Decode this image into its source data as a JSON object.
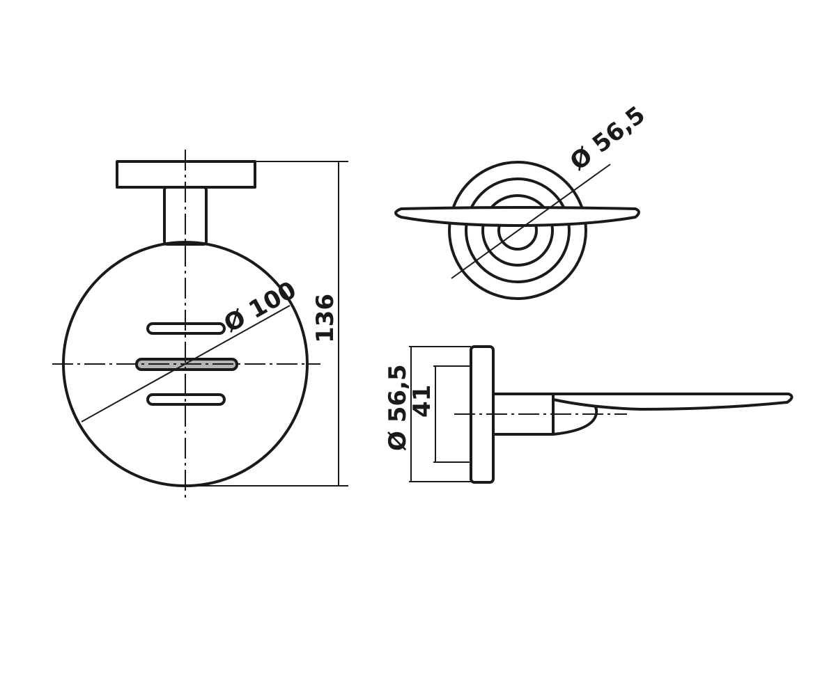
{
  "dimensions": {
    "front_diameter": "Ø 100",
    "total_height": "136",
    "back_plate_diameter": "Ø 56,5",
    "side_plate_diameter": "Ø 56,5",
    "side_inner": "41"
  },
  "colors": {
    "line": "#1a1a1a",
    "slot_fill": "#b5b5b5",
    "background": "#ffffff"
  }
}
